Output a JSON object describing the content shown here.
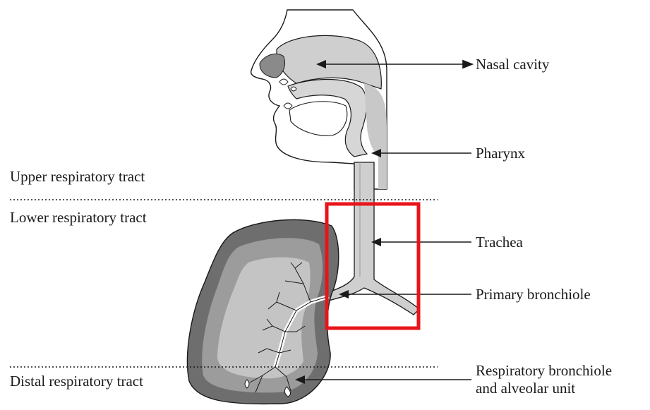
{
  "regions": {
    "upper": "Upper respiratory tract",
    "lower": "Lower respiratory tract",
    "distal": "Distal respiratory tract"
  },
  "labels": {
    "nasal_cavity": "Nasal cavity",
    "pharynx": "Pharynx",
    "trachea": "Trachea",
    "primary_bronchiole": "Primary bronchiole",
    "respiratory_bronchiole_line1": "Respiratory bronchiole",
    "respiratory_bronchiole_line2": "and alveolar unit"
  },
  "colors": {
    "highlight_box": "#e8141b",
    "lung_dark": "#6e6e6e",
    "lung_mid": "#9c9c9c",
    "lung_light": "#c4c4c4",
    "airway": "#cfcfcf",
    "ink": "#1a1a1a"
  }
}
